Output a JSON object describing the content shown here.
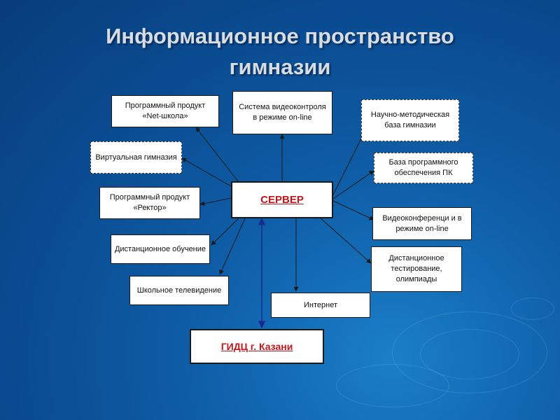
{
  "title_line1": "Информационное пространство",
  "title_line2": "гимназии",
  "server": "СЕРВЕР",
  "gidc": "ГИДЦ г. Казани",
  "nodes": {
    "net_school": "Программный продукт «Net-школа»",
    "video_control": "Система видеоконтроля в режиме on-line",
    "science_base": "Научно-методическая база гимназии",
    "virtual_gym": "Виртуальная гимназия",
    "software_base": "База программного обеспечения ПК",
    "rector": "Программный продукт «Ректор»",
    "videoconf": "Видеоконференци и в режиме on-line",
    "distance_learning": "Дистанционное обучение",
    "distance_testing": "Дистанционное тестирование, олимпиады",
    "school_tv": "Школьное телевидение",
    "internet": "Интернет"
  },
  "colors": {
    "background": "#0f5ea8",
    "server_text": "#c0161c",
    "title_text": "#d8dde3",
    "arrow": "#1a1a1a",
    "gidc_arrow": "#1a2a8a"
  }
}
